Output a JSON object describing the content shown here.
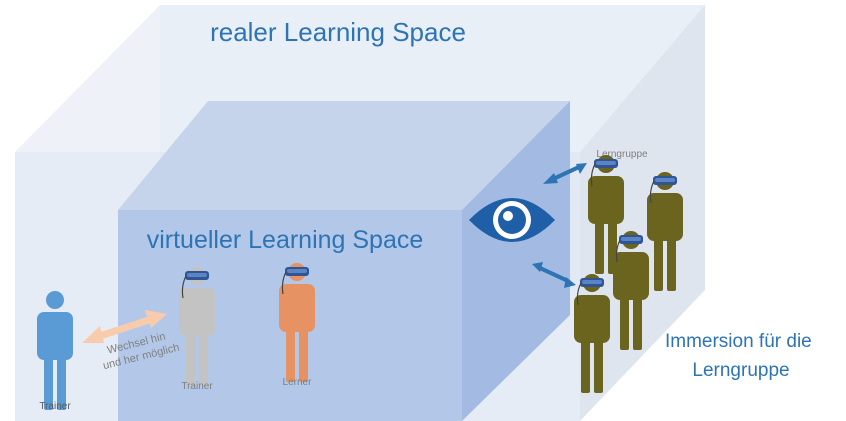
{
  "labels": {
    "real_space": "realer Learning Space",
    "virtual_space": "virtueller Learning Space",
    "trainer_real": "Trainer",
    "trainer_virtual": "Trainer",
    "learner": "Lerner",
    "switch_line1": "Wechsel hin",
    "switch_line2": "und her möglich",
    "group": "Lerngruppe",
    "immersion_line1": "Immersion für die",
    "immersion_line2": "Lerngruppe"
  },
  "icons": {
    "eye": "eye-icon",
    "vr_headset": "vr-headset-icon",
    "person": "person-icon"
  },
  "colors": {
    "title_blue": "#2e74b5",
    "real_room": "#dde5f1",
    "virtual_room": "#b3c8e8",
    "trainer_blue": "#5b9bd5",
    "trainer_grey": "#c3c3c3",
    "learner_orange": "#e69263",
    "group_olive": "#6b641e",
    "headset_blue": "#2f5597",
    "arrow_blue": "#2e74b5",
    "arrow_peach": "#f8cbad"
  }
}
